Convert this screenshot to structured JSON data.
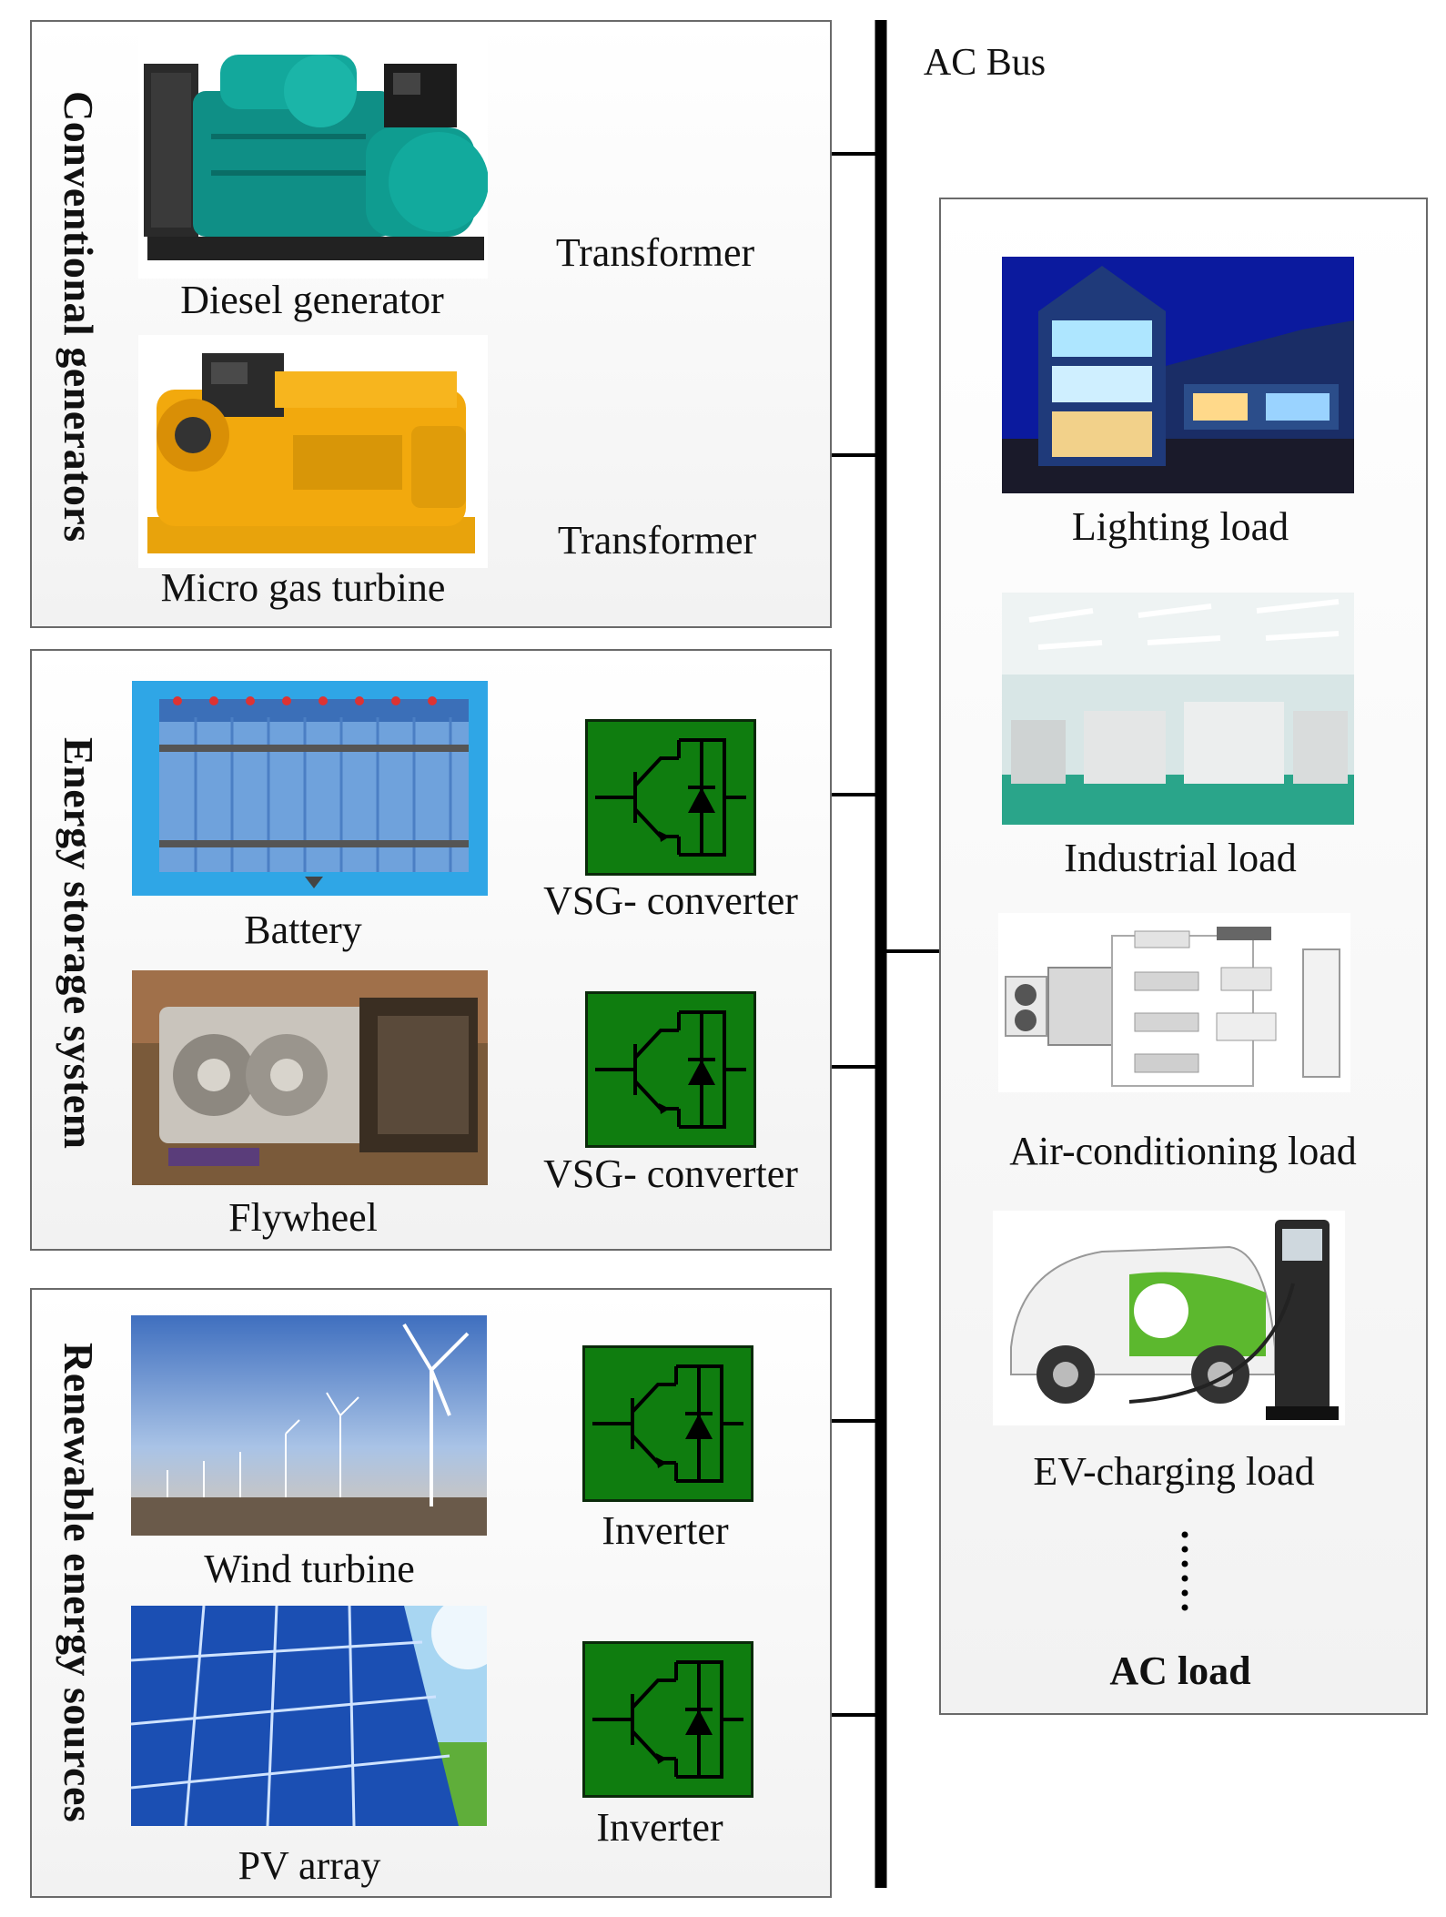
{
  "bus": {
    "label": "AC Bus"
  },
  "groups": {
    "conventional": {
      "title": "Conventional generators",
      "sources": [
        {
          "name": "Diesel generator",
          "device": "Transformer"
        },
        {
          "name": "Micro gas turbine",
          "device": "Transformer"
        }
      ]
    },
    "storage": {
      "title": "Energy storage system",
      "sources": [
        {
          "name": "Battery",
          "device": "VSG- converter"
        },
        {
          "name": "Flywheel",
          "device": "VSG- converter"
        }
      ]
    },
    "renewable": {
      "title": "Renewable energy sources",
      "sources": [
        {
          "name": "Wind turbine",
          "device": "Inverter"
        },
        {
          "name": "PV array",
          "device": "Inverter"
        }
      ]
    }
  },
  "loads": {
    "title": "AC load",
    "items": [
      "Lighting load",
      "Industrial load",
      "Air-conditioning load",
      "EV-charging load"
    ]
  },
  "colors": {
    "converter": "#0f7d0f",
    "bus": "#000000",
    "panel_border": "#6a6a6a"
  }
}
